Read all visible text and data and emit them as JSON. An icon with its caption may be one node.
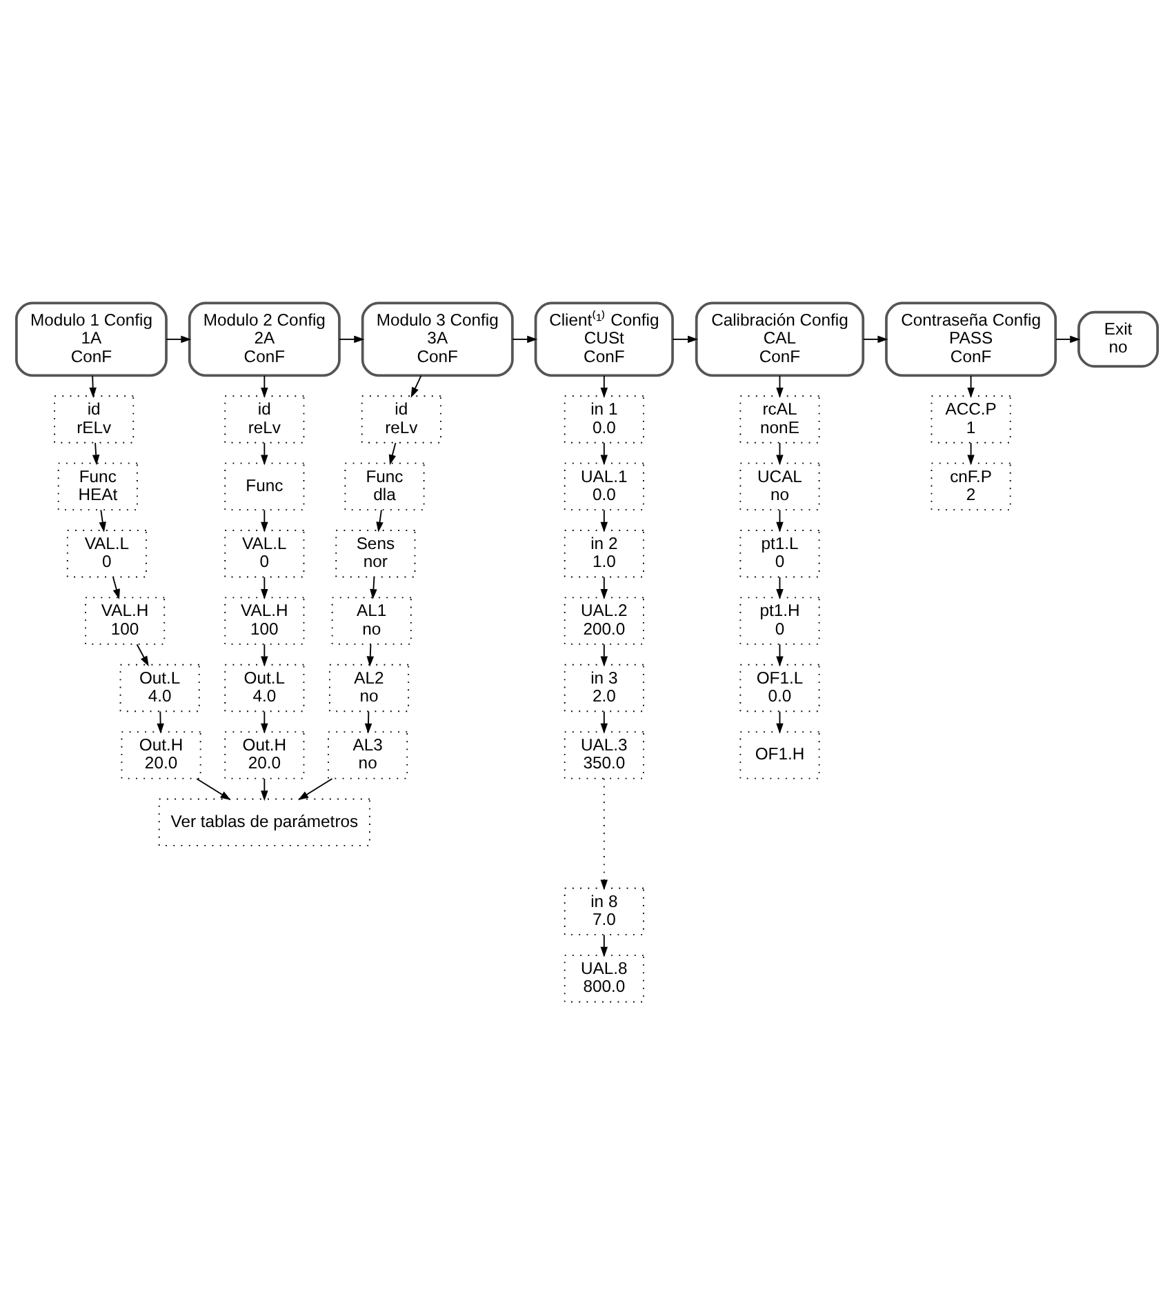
{
  "diagram": {
    "nodes": [
      {
        "text": [
          "Modulo 1 Config",
          "1A",
          "ConF"
        ]
      },
      {
        "text": [
          "Modulo 2 Config",
          "2A",
          "ConF"
        ]
      },
      {
        "text": [
          "Modulo 3 Config",
          "3A",
          "ConF"
        ]
      },
      {
        "text": [
          "Client⁽¹⁾ Config",
          "CUSt",
          "ConF"
        ]
      },
      {
        "text": [
          "Calibración Config",
          "CAL",
          "ConF"
        ]
      },
      {
        "text": [
          "Contraseña Config",
          "PASS",
          "ConF"
        ]
      },
      {
        "text": [
          "Exit",
          "no"
        ]
      },
      {
        "text": [
          "id",
          "rELv"
        ]
      },
      {
        "text": [
          "Func",
          "HEAt"
        ]
      },
      {
        "text": [
          "VAL.L",
          "0"
        ]
      },
      {
        "text": [
          "VAL.H",
          "100"
        ]
      },
      {
        "text": [
          "Out.L",
          "4.0"
        ]
      },
      {
        "text": [
          "Out.H",
          "20.0"
        ]
      },
      {
        "text": [
          "id",
          "reLv"
        ]
      },
      {
        "text": [
          "Func"
        ]
      },
      {
        "text": [
          "VAL.L",
          "0"
        ]
      },
      {
        "text": [
          "VAL.H",
          "100"
        ]
      },
      {
        "text": [
          "Out.L",
          "4.0"
        ]
      },
      {
        "text": [
          "Out.H",
          "20.0"
        ]
      },
      {
        "text": [
          "id",
          "reLv"
        ]
      },
      {
        "text": [
          "Func",
          "dla"
        ]
      },
      {
        "text": [
          "Sens",
          "nor"
        ]
      },
      {
        "text": [
          "AL1",
          "no"
        ]
      },
      {
        "text": [
          "AL2",
          "no"
        ]
      },
      {
        "text": [
          "AL3",
          "no"
        ]
      },
      {
        "text": [
          "Ver tablas de parámetros"
        ]
      },
      {
        "text": [
          "in 1",
          "0.0"
        ]
      },
      {
        "text": [
          "UAL.1",
          "0.0"
        ]
      },
      {
        "text": [
          "in 2",
          "1.0"
        ]
      },
      {
        "text": [
          "UAL.2",
          "200.0"
        ]
      },
      {
        "text": [
          "in 3",
          "2.0"
        ]
      },
      {
        "text": [
          "UAL.3",
          "350.0"
        ]
      },
      {
        "text": [
          "in 8",
          "7.0"
        ]
      },
      {
        "text": [
          "UAL.8",
          "800.0"
        ]
      },
      {
        "text": [
          "rcAL",
          "nonE"
        ]
      },
      {
        "text": [
          "UCAL",
          "no"
        ]
      },
      {
        "text": [
          "pt1.L",
          "0"
        ]
      },
      {
        "text": [
          "pt1.H",
          "0"
        ]
      },
      {
        "text": [
          "OF1.L",
          "0.0"
        ]
      },
      {
        "text": [
          "OF1.H"
        ]
      },
      {
        "text": [
          "ACC.P",
          "1"
        ]
      },
      {
        "text": [
          "cnF.P",
          "2"
        ]
      }
    ],
    "edges": [
      {
        "from": 0,
        "to": 1,
        "arrow": "to"
      },
      {
        "from": 1,
        "to": 2,
        "arrow": "to"
      },
      {
        "from": 2,
        "to": 3,
        "arrow": "to"
      },
      {
        "from": 3,
        "to": 4,
        "arrow": "to"
      },
      {
        "from": 4,
        "to": 5,
        "arrow": "to"
      },
      {
        "from": 5,
        "to": 6,
        "arrow": "to"
      },
      {
        "from": 0,
        "to": 7,
        "arrow": "to"
      },
      {
        "from": 7,
        "to": 8,
        "arrow": "to"
      },
      {
        "from": 8,
        "to": 9,
        "arrow": "to"
      },
      {
        "from": 9,
        "to": 10,
        "arrow": "to"
      },
      {
        "from": 10,
        "to": 11,
        "arrow": "to"
      },
      {
        "from": 11,
        "to": 12,
        "arrow": "to"
      },
      {
        "from": 12,
        "to": 25,
        "arrow": "to"
      },
      {
        "from": 1,
        "to": 13,
        "arrow": "to"
      },
      {
        "from": 13,
        "to": 14,
        "arrow": "to"
      },
      {
        "from": 14,
        "to": 15,
        "arrow": "to"
      },
      {
        "from": 15,
        "to": 16,
        "arrow": "to"
      },
      {
        "from": 16,
        "to": 17,
        "arrow": "to"
      },
      {
        "from": 17,
        "to": 18,
        "arrow": "to"
      },
      {
        "from": 18,
        "to": 25,
        "arrow": "to"
      },
      {
        "from": 2,
        "to": 19,
        "arrow": "to"
      },
      {
        "from": 19,
        "to": 20,
        "arrow": "to"
      },
      {
        "from": 20,
        "to": 21,
        "arrow": "to"
      },
      {
        "from": 21,
        "to": 22,
        "arrow": "to"
      },
      {
        "from": 22,
        "to": 23,
        "arrow": "to"
      },
      {
        "from": 23,
        "to": 24,
        "arrow": "to"
      },
      {
        "from": 24,
        "to": 25,
        "arrow": "to"
      },
      {
        "from": 3,
        "to": 26,
        "arrow": "to"
      },
      {
        "from": 26,
        "to": 27,
        "arrow": "to"
      },
      {
        "from": 27,
        "to": 28,
        "arrow": "to"
      },
      {
        "from": 28,
        "to": 29,
        "arrow": "to"
      },
      {
        "from": 29,
        "to": 30,
        "arrow": "to"
      },
      {
        "from": 30,
        "to": 31,
        "arrow": "to"
      },
      {
        "from": 31,
        "to": 32,
        "arrow": "to",
        "style": "dashed"
      },
      {
        "from": 32,
        "to": 33,
        "arrow": "to"
      },
      {
        "from": 4,
        "to": 34,
        "arrow": "to"
      },
      {
        "from": 34,
        "to": 35,
        "arrow": "to"
      },
      {
        "from": 35,
        "to": 36,
        "arrow": "to"
      },
      {
        "from": 36,
        "to": 37,
        "arrow": "to"
      },
      {
        "from": 37,
        "to": 38,
        "arrow": "to"
      },
      {
        "from": 38,
        "to": 39,
        "arrow": "to"
      },
      {
        "from": 5,
        "to": 40,
        "arrow": "to"
      },
      {
        "from": 40,
        "to": 41,
        "arrow": "to"
      }
    ]
  }
}
